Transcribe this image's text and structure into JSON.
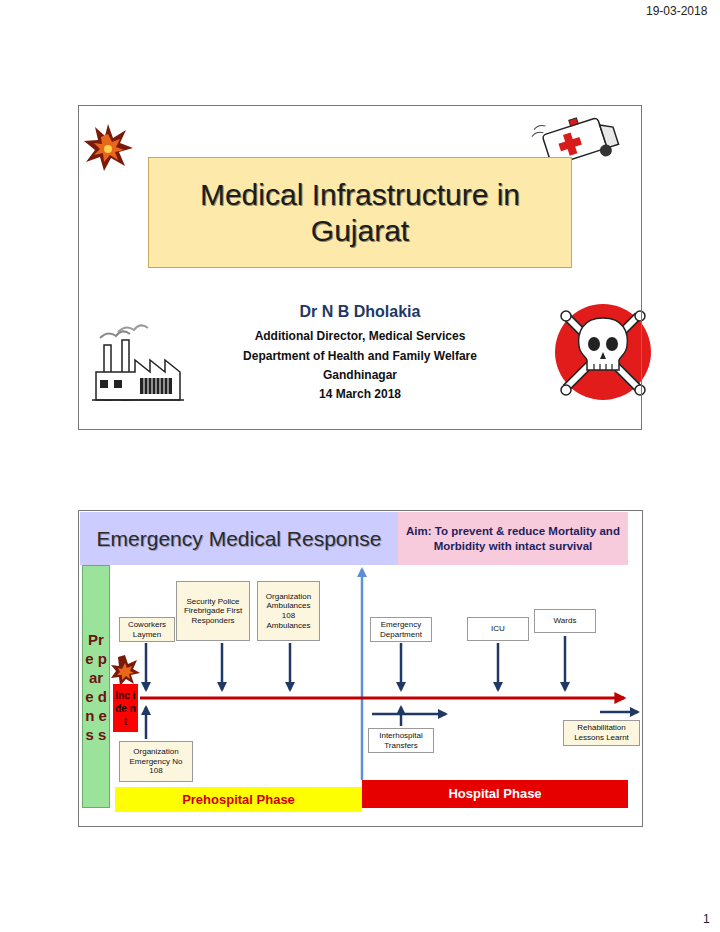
{
  "diagram": {
    "nodes": [
      {
        "text": [
          "Dr N B Dholakia",
          "Additional Director, Medical Services",
          "Department of Health and Family Welfare",
          "Gandhinagar",
          "14 March 2018"
        ]
      },
      {
        "text": [
          "Medical Infrastructure in Gujarat"
        ],
        "in": 0
      },
      {
        "text": [
          "Emergency Medical Response"
        ]
      },
      {
        "text": [
          "Aim: To prevent & reduce Mortality and Morbidity with intact survival"
        ]
      },
      {
        "text": [
          "Pr e p ar e d n es s"
        ]
      },
      {
        "text": [
          "Security Police Firebrigade First Responders"
        ]
      },
      {
        "text": [
          "Organization Ambulances 108 Ambulances"
        ]
      },
      {
        "text": [
          "Coworkers Laymen"
        ]
      },
      {
        "text": [
          "Emergency Department"
        ]
      },
      {
        "text": [
          "ICU"
        ]
      },
      {
        "text": [
          "Wards"
        ]
      },
      {
        "text": [
          "Inc ide nt"
        ]
      },
      {
        "text": [
          "Interhospital Transfers"
        ]
      },
      {
        "text": [
          "Rehabilitation Lessons Learnt"
        ]
      },
      {
        "text": [
          "Organization Emergency No 108"
        ]
      },
      {
        "text": [
          "Hospital Phase"
        ]
      },
      {
        "text": [
          "Prehospital Phase"
        ]
      }
    ],
    "labels": [
      "19-03-2018",
      "1"
    ]
  }
}
